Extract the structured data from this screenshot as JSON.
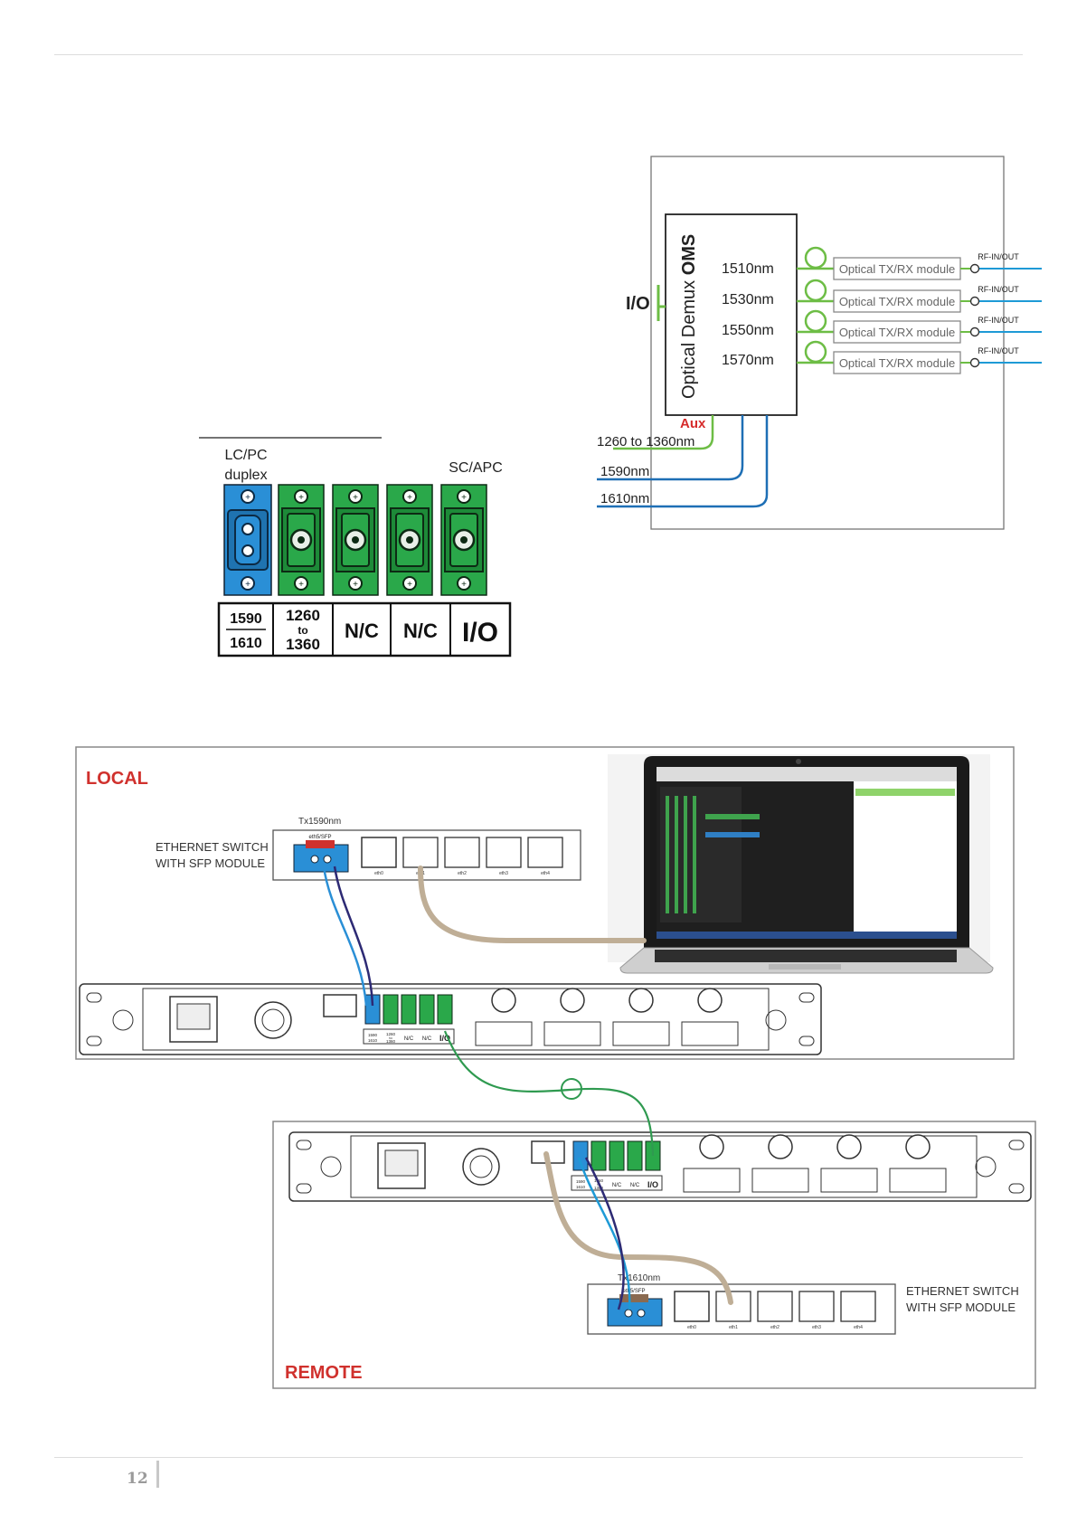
{
  "demux": {
    "title_regular": "Optical Demux ",
    "title_bold": "OMS",
    "io_label": "I/O",
    "aux_label": "Aux",
    "channels": [
      {
        "wavelength": "1510nm",
        "module": "Optical TX/RX module",
        "rf": "RF-IN/OUT"
      },
      {
        "wavelength": "1530nm",
        "module": "Optical TX/RX module",
        "rf": "RF-IN/OUT"
      },
      {
        "wavelength": "1550nm",
        "module": "Optical TX/RX module",
        "rf": "RF-IN/OUT"
      },
      {
        "wavelength": "1570nm",
        "module": "Optical TX/RX module",
        "rf": "RF-IN/OUT"
      }
    ],
    "aux_lines": [
      "1260 to 1360nm",
      "1590nm",
      "1610nm"
    ],
    "colors": {
      "green": "#6dbd45",
      "blue": "#1e6fb5",
      "aux_red": "#d62b2b"
    }
  },
  "connector_panel": {
    "lc_label_line1": "LC/PC",
    "lc_label_line2": "duplex",
    "sc_label": "SC/APC",
    "cells": [
      {
        "top": "1590",
        "bottom": "1610"
      },
      {
        "top": "1260",
        "middle": "to",
        "bottom": "1360"
      },
      {
        "label": "N/C"
      },
      {
        "label": "N/C"
      },
      {
        "label": "I/O"
      }
    ],
    "colors": {
      "lc_blue": "#2a8fd6",
      "sc_green": "#2aa84a"
    }
  },
  "wiring": {
    "local_title": "LOCAL",
    "remote_title": "REMOTE",
    "local_switch_label_1": "ETHERNET SWITCH",
    "local_switch_label_2": "WITH SFP MODULE",
    "remote_switch_label_1": "ETHERNET SWITCH",
    "remote_switch_label_2": "WITH SFP MODULE",
    "local_tx": "Tx1590nm",
    "remote_tx": "Tx1610nm",
    "sfp_tag": "eth5/SFP",
    "port_labels": [
      "eth0",
      "eth1",
      "eth2",
      "eth3",
      "eth4"
    ],
    "mini_labels": {
      "a_top": "1590",
      "a_bottom": "1610",
      "b_top": "1260",
      "b_mid": "to",
      "b_bottom": "1360",
      "nc": "N/C",
      "io": "I/O"
    },
    "colors": {
      "title_red": "#d0312d",
      "cable_tan": "#bfae96",
      "fiber_green": "#2f9a50"
    }
  },
  "footer": {
    "page_number": "12"
  }
}
